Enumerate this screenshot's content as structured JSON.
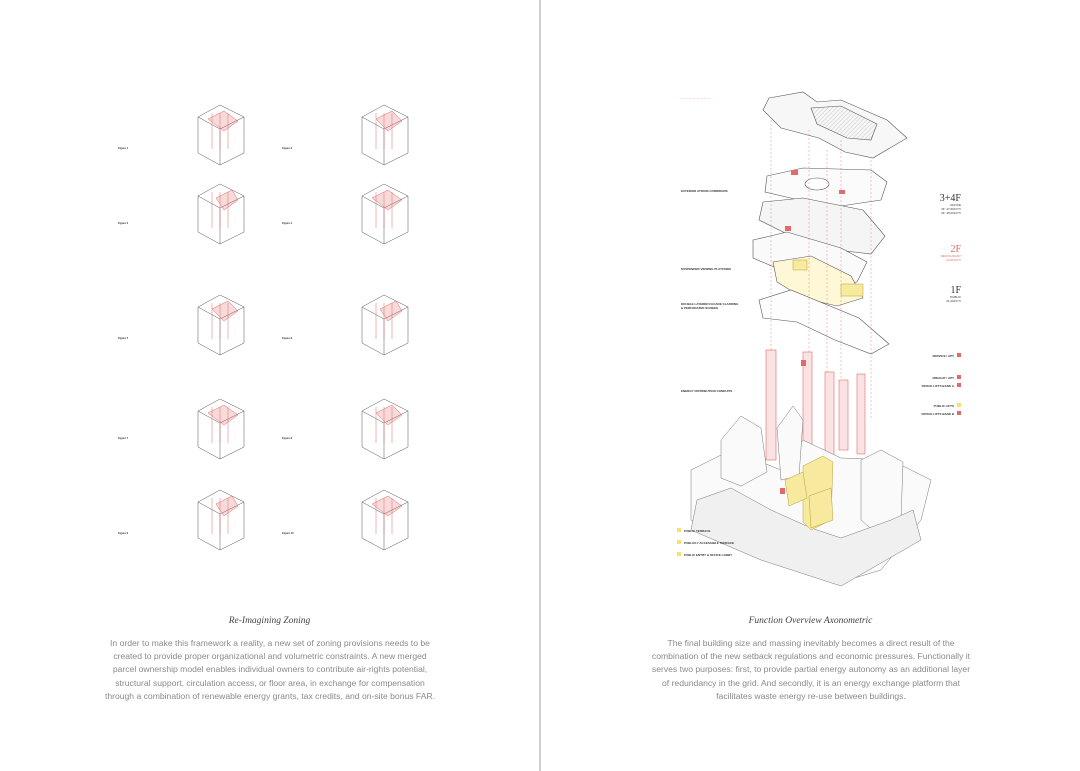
{
  "left_page": {
    "title": "Re-Imagining Zoning",
    "paragraph_lines": [
      "In order to make this framework a reality, a new set of zoning provisions needs to be",
      "created to provide proper organizational and volumetric constraints.  A new merged",
      "parcel ownership model enables individual owners to contribute air-rights potential,",
      "structural support, circulation access, or floor area, in exchange for compensation",
      "through a combination of renewable energy grants, tax credits, and on-site bonus FAR."
    ]
  },
  "right_page": {
    "title": "Function Overview Axonometric",
    "paragraph_lines": [
      "The final building size and massing inevitably becomes a direct result of the",
      "combination of the new setback regulations and economic pressures.  Functionally it",
      "serves two purposes: first, to provide partial energy autonomy as an additional layer",
      "of redundancy in the grid.  And secondly, it is an energy exchange platform that",
      "facilitates waste energy re-use between buildings."
    ],
    "big_labels": [
      {
        "value": "3+4F",
        "sub": [
          "OFFICE",
          "4F: 47,600 FT²",
          "3F: 45,000 FT²"
        ],
        "color": "#333333"
      },
      {
        "value": "2F",
        "sub": [
          "RESTAURANT",
          "20,000 FT²"
        ],
        "color": "#e26a6a"
      },
      {
        "value": "1F",
        "sub": [
          "PUBLIC",
          "21,000 FT²"
        ],
        "color": "#333333"
      }
    ],
    "dark_labels": [
      "EXTERIOR ATRIUM CORRIDORS",
      "SUSPENDED VIEWING PLATFORM",
      "DOUBLE LAYERED FACADE CLADDING & PERFORATED SCREEN",
      "ENERGY DISTRIBUTION CONDUITS"
    ],
    "legend": [
      {
        "label": "SERVICE / APT",
        "color": "#e26a6a"
      },
      {
        "label": "FREIGHT / APT",
        "color": "#e26a6a"
      },
      {
        "label": "OFFICE LIFTS BANK A",
        "color": "#e26a6a"
      },
      {
        "label": "PUBLIC LIFTS",
        "color": "#f5e36b"
      },
      {
        "label": "OFFICE LIFTS BANK B",
        "color": "#e26a6a"
      }
    ],
    "base_legend": [
      {
        "label": "PUBLIC TERRACE",
        "color": "#f5e36b"
      },
      {
        "label": "PUBLICLY ACCESSIBLE TERRACE",
        "color": "#f5e36b"
      },
      {
        "label": "PUBLIC ENTRY & OFFICE LOBBY",
        "color": "#f5e36b"
      }
    ]
  },
  "colors": {
    "accent_red": "#e26a6a",
    "accent_yellow": "#f5e36b",
    "line": "#555555"
  },
  "figure_grid": {
    "count": 10,
    "captions": [
      "Figure 1",
      "Figure 2",
      "Figure 3",
      "Figure 4",
      "Figure 5",
      "Figure 6",
      "Figure 7",
      "Figure 8",
      "Figure 9",
      "Figure 10"
    ]
  }
}
